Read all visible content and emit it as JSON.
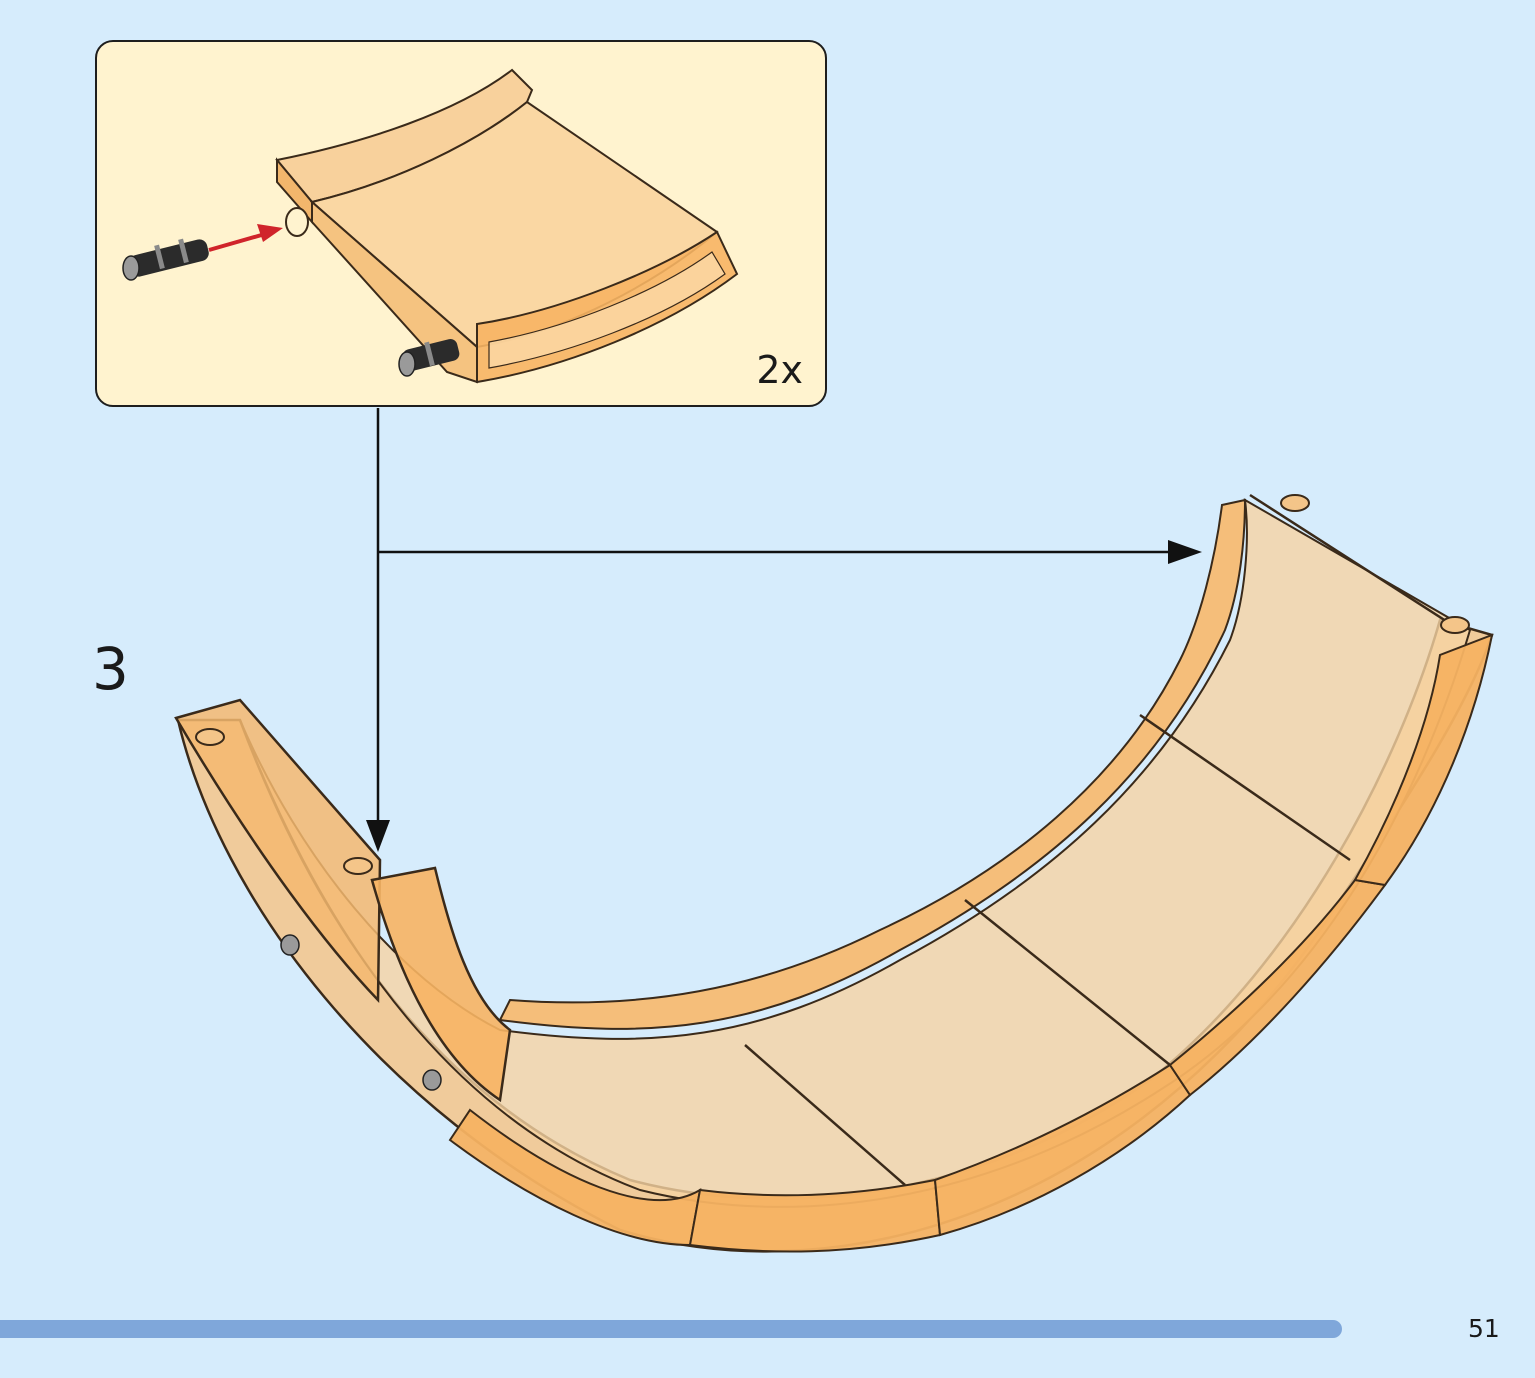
{
  "step": {
    "number": "3"
  },
  "callout": {
    "multiplier": "2x",
    "parts": [
      "curved-panel-icon",
      "technic-pin-icon"
    ]
  },
  "page": {
    "number": "51",
    "progress": 0.935
  },
  "colors": {
    "background": "#d6ecfc",
    "callout_background": "#fff3cf",
    "part_orange": "#f7b463",
    "part_orange_light": "#f6c68b",
    "pin_black": "#2b2b2b",
    "insert_arrow": "#d0242b",
    "progress_bar": "#7fa7da"
  }
}
